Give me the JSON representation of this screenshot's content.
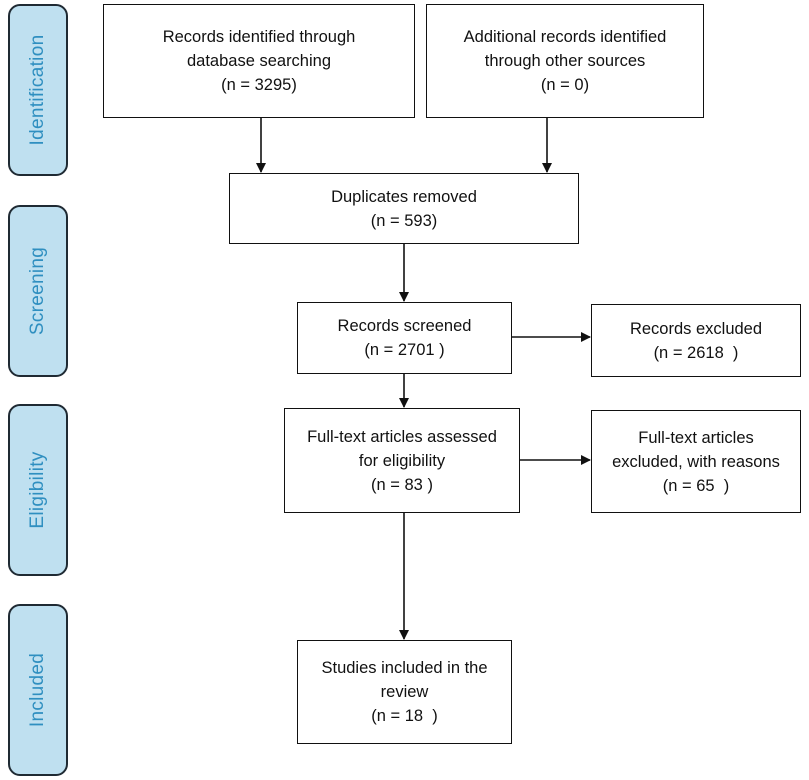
{
  "stages": {
    "identification": "Identification",
    "screening": "Screening",
    "eligibility": "Eligibility",
    "included": "Included"
  },
  "boxes": {
    "records_identified": {
      "lines": [
        "Records identified through",
        "database searching",
        "(n = 3295)"
      ]
    },
    "additional_records": {
      "lines": [
        "Additional records identified",
        "through other sources",
        "(n = 0)"
      ]
    },
    "duplicates_removed": {
      "lines": [
        "Duplicates removed",
        "(n = 593)"
      ]
    },
    "records_screened": {
      "lines": [
        "Records screened",
        "(n = 2701 )"
      ]
    },
    "records_excluded": {
      "lines": [
        "Records excluded",
        "(n = 2618  )"
      ]
    },
    "fulltext_assessed": {
      "lines": [
        "Full-text articles assessed",
        "for eligibility",
        "(n = 83 )"
      ]
    },
    "fulltext_excluded": {
      "lines": [
        "Full-text articles",
        "excluded, with reasons",
        "(n = 65  )"
      ]
    },
    "studies_included": {
      "lines": [
        "Studies included in the",
        "review",
        "(n = 18  )"
      ]
    }
  }
}
